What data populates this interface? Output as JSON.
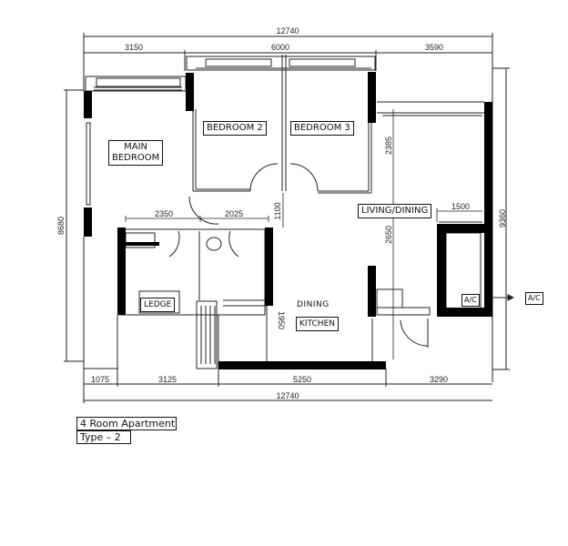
{
  "plan": {
    "title": "4 Room Apartment",
    "type": "Type  –  2",
    "rooms": {
      "main_bedroom": "MAIN\nBEDROOM",
      "main_bedroom_l1": "MAIN",
      "main_bedroom_l2": "BEDROOM",
      "bedroom_2": "BEDROOM  2",
      "bedroom_3": "BEDROOM  3",
      "living_dining": "LIVING/DINING",
      "ledge": "LEDGE",
      "dining": "DINING",
      "kitchen": "KITCHEN",
      "ac_ledge": "A/C",
      "ac_label_outside": "A/C"
    },
    "dimensions": {
      "top_total": "12740",
      "top_segments": [
        "3150",
        "6000",
        "3590"
      ],
      "bottom_segments": [
        "1075",
        "3125",
        "5250",
        "3290"
      ],
      "bottom_total": "12740",
      "left_height": "8680",
      "right_height": "9360",
      "inner_2350": "2350",
      "inner_2025": "2025",
      "inner_1100": "1100",
      "inner_2385": "2385",
      "inner_2650": "2650",
      "inner_1500": "1500",
      "inner_1950": "1950"
    },
    "colors": {
      "wall": "#000000",
      "line": "#222222",
      "background": "#ffffff"
    }
  }
}
